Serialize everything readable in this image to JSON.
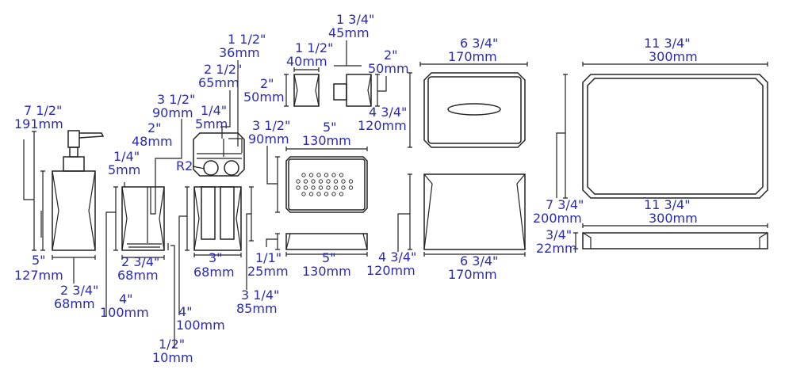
{
  "colors": {
    "dimension_text": "#2b2bb0",
    "line": "#222222"
  },
  "products": [
    {
      "name": "soap-dispenser",
      "dims": [
        [
          "7 1/2\"",
          "191mm"
        ],
        [
          "5\"",
          "127mm"
        ],
        [
          "2 3/4\"",
          "68mm"
        ]
      ]
    },
    {
      "name": "tumbler",
      "dims": [
        [
          "3 1/2\"",
          "90mm"
        ],
        [
          "2\"",
          "48mm"
        ],
        [
          "1/4\"",
          "5mm"
        ],
        [
          "2 3/4\"",
          "68mm"
        ],
        [
          "4\"",
          "100mm"
        ],
        [
          "1/2\"",
          "10mm"
        ]
      ]
    },
    {
      "name": "toothbrush-holder",
      "dims": [
        [
          "1/4\"",
          "5mm"
        ],
        [
          "3\"",
          "68mm"
        ],
        [
          "4\"",
          "100mm"
        ],
        [
          "3 1/4\"",
          "85mm"
        ],
        [
          "1 1/2\"",
          "36mm"
        ],
        [
          "2 1/2\"",
          "65mm"
        ],
        [
          "2\"",
          "50mm"
        ]
      ],
      "radius": "R2"
    },
    {
      "name": "small-cups",
      "dims": [
        [
          "1 1/2\"",
          "40mm"
        ],
        [
          "1 3/4\"",
          "45mm"
        ],
        [
          "2\"",
          "50mm"
        ]
      ]
    },
    {
      "name": "soap-dish",
      "dims": [
        [
          "3 1/2\"",
          "90mm"
        ],
        [
          "5\"",
          "130mm"
        ],
        [
          "1/1\"",
          "25mm"
        ],
        [
          "5\"",
          "130mm"
        ]
      ]
    },
    {
      "name": "tissue-box",
      "dims": [
        [
          "6 3/4\"",
          "170mm"
        ],
        [
          "4 3/4\"",
          "120mm"
        ],
        [
          "4 3/4\"",
          "120mm"
        ],
        [
          "6 3/4\"",
          "170mm"
        ]
      ]
    },
    {
      "name": "tray",
      "dims": [
        [
          "11 3/4\"",
          "300mm"
        ],
        [
          "7 3/4\"",
          "200mm"
        ],
        [
          "11 3/4\"",
          "300mm"
        ],
        [
          "3/4\"",
          "22mm"
        ]
      ]
    }
  ]
}
